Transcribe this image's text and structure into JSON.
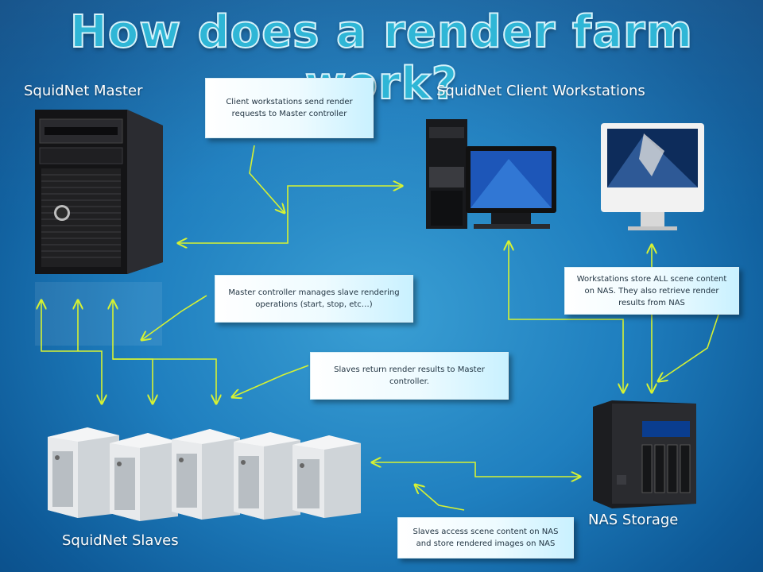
{
  "title": "How does a render farm work?",
  "labels": {
    "master": "SquidNet Master",
    "clients": "SquidNet Client Workstations",
    "slaves": "SquidNet Slaves",
    "nas": "NAS Storage"
  },
  "callouts": {
    "client_requests": "Client workstations send render requests to Master controller",
    "master_manages": "Master controller manages slave rendering operations (start, stop, etc…)",
    "slaves_return": "Slaves return render results to Master controller.",
    "workstations_store": "Workstations store ALL scene content on NAS. They also retrieve render results from NAS",
    "slaves_access": "Slaves access scene content on NAS and store rendered images on NAS"
  },
  "colors": {
    "arrow": "#d6f233",
    "title": "#2fb6d6"
  }
}
